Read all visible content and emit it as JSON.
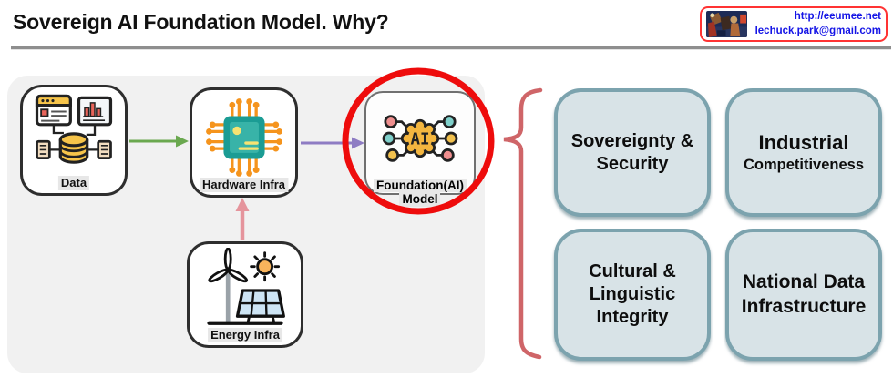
{
  "header": {
    "title": "Sovereign AI Foundation Model. Why?",
    "badge": {
      "url": "http://eeumee.net",
      "email": "lechuck.park@gmail.com"
    }
  },
  "pipeline": {
    "nodes": {
      "data": {
        "label": "Data",
        "icon": "database-data-icon"
      },
      "hardware": {
        "label": "Hardware Infra",
        "icon": "cpu-chip-icon"
      },
      "foundation": {
        "label_lines": [
          "Foundation(AI)",
          "Model"
        ],
        "icon": "ai-network-icon",
        "icon_text": "AI"
      },
      "energy": {
        "label": "Energy Infra",
        "icon": "renewable-energy-icon"
      }
    },
    "edges": [
      {
        "from": "data",
        "to": "hardware",
        "color_key": "arrow-green"
      },
      {
        "from": "hardware",
        "to": "foundation",
        "color_key": "arrow-purple"
      },
      {
        "from": "energy",
        "to": "hardware",
        "color_key": "arrow-pink"
      }
    ],
    "highlight": "foundation"
  },
  "benefits": [
    {
      "name": "sovereignty-security",
      "lines": [
        "Sovereignty &",
        "Security"
      ]
    },
    {
      "name": "industrial-competitiveness",
      "lines": [
        "Industrial",
        "Competitiveness"
      ]
    },
    {
      "name": "cultural-linguistic-integrity",
      "lines": [
        "Cultural &",
        "Linguistic",
        "Integrity"
      ]
    },
    {
      "name": "national-data-infrastructure",
      "lines": [
        "National Data",
        "Infrastructure"
      ]
    }
  ],
  "colors": {
    "arrow-green": "#6aa84f",
    "arrow-purple": "#8e7cc3",
    "arrow-pink": "#e5949c",
    "highlight-circle-red": "#ee0c0c",
    "brace-red": "#cf6568",
    "benefit-fill": "#d8e3e7",
    "benefit-border": "#7ca3ae",
    "badge-border-red": "#ff3333",
    "badge-text-blue": "#1414e6",
    "panel-gray": "#f1f1f1"
  }
}
